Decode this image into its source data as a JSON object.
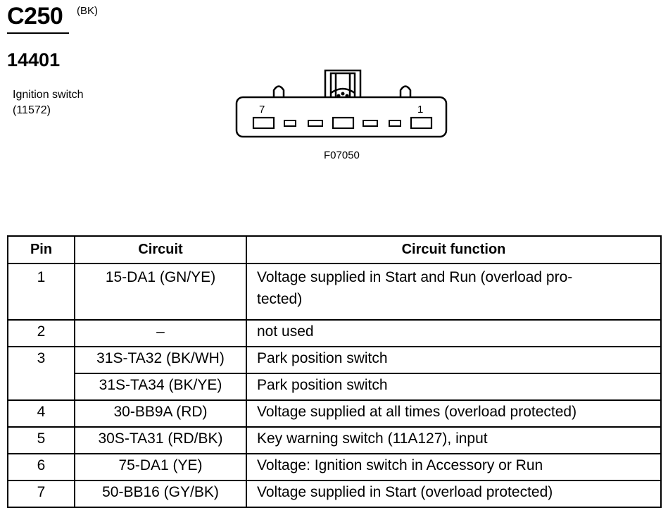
{
  "header": {
    "connector_id": "C250",
    "connector_color": "(BK)",
    "part_number": "14401",
    "component_name": "Ignition switch",
    "component_number": "(11572)"
  },
  "diagram": {
    "pin_label_left": "7",
    "pin_label_right": "1",
    "figure_code": "F07050"
  },
  "table": {
    "headers": [
      "Pin",
      "Circuit",
      "Circuit function"
    ],
    "rows": [
      {
        "pin": "1",
        "circuit": "15-DA1 (GN/YE)",
        "function_line1": "Voltage supplied in Start and Run (overload pro-",
        "function_line2": "tected)"
      },
      {
        "pin": "2",
        "circuit": "–",
        "function": "not used"
      },
      {
        "pin": "3",
        "circuit": "31S-TA32 (BK/WH)",
        "function": "Park position switch"
      },
      {
        "pin": "",
        "circuit": "31S-TA34 (BK/YE)",
        "function": "Park position switch"
      },
      {
        "pin": "4",
        "circuit": "30-BB9A (RD)",
        "function": "Voltage supplied at all times (overload protected)"
      },
      {
        "pin": "5",
        "circuit": "30S-TA31 (RD/BK)",
        "function": "Key warning switch (11A127), input"
      },
      {
        "pin": "6",
        "circuit": "75-DA1 (YE)",
        "function": "Voltage: Ignition switch in Accessory or Run"
      },
      {
        "pin": "7",
        "circuit": "50-BB16 (GY/BK)",
        "function": "Voltage supplied in Start (overload protected)"
      }
    ]
  }
}
